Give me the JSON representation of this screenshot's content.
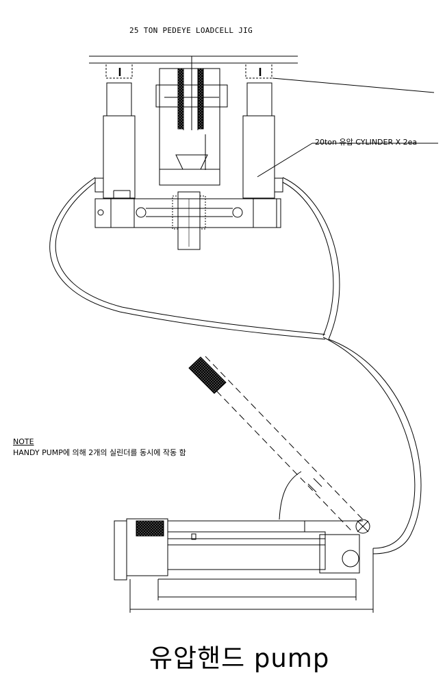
{
  "title": "25 TON PEDEYE LOADCELL JIG",
  "cylinder_label": "20ton 유압 CYLINDER X 2ea",
  "note": {
    "heading": "NOTE",
    "text": "HANDY PUMP에 의해 2개의 실린더를  동시에 작동 함"
  },
  "caption": "유압핸드 pump"
}
